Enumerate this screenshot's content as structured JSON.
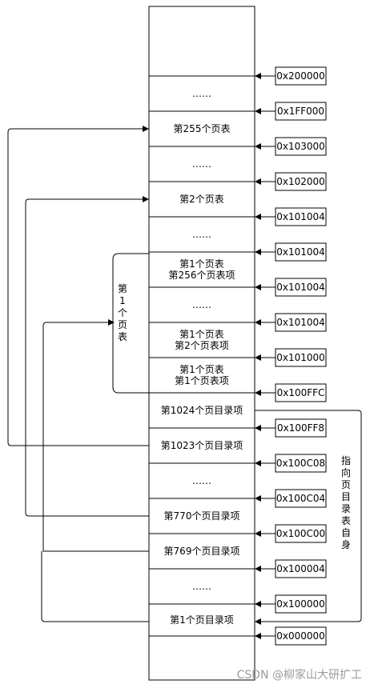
{
  "cells": [
    {
      "lines": [
        ""
      ]
    },
    {
      "lines": [
        "……"
      ]
    },
    {
      "lines": [
        "第255个页表"
      ]
    },
    {
      "lines": [
        "……"
      ]
    },
    {
      "lines": [
        "第2个页表"
      ]
    },
    {
      "lines": [
        "……"
      ]
    },
    {
      "lines": [
        "第1个页表",
        "第256个页表项"
      ]
    },
    {
      "lines": [
        "……"
      ]
    },
    {
      "lines": [
        "第1个页表",
        "第2个页表项"
      ]
    },
    {
      "lines": [
        "第1个页表",
        "第1个页表项"
      ]
    },
    {
      "lines": [
        "第1024个页目录项"
      ]
    },
    {
      "lines": [
        "第1023个页目录项"
      ]
    },
    {
      "lines": [
        "……"
      ]
    },
    {
      "lines": [
        "第770个页目录项"
      ]
    },
    {
      "lines": [
        "第769个页目录项"
      ]
    },
    {
      "lines": [
        "……"
      ]
    },
    {
      "lines": [
        "第1个页目录项"
      ]
    },
    {
      "lines": [
        ""
      ]
    }
  ],
  "addresses": [
    "0x200000",
    "0x1FF000",
    "0x103000",
    "0x102000",
    "0x101004",
    "0x101004",
    "0x101004",
    "0x101004",
    "0x101000",
    "0x100FFC",
    "0x100FF8",
    "0x100C08",
    "0x100C04",
    "0x100C00",
    "0x100004",
    "0x100000",
    "0x000000"
  ],
  "labels": {
    "page_table_1": [
      "第",
      "1",
      "个",
      "页",
      "表"
    ],
    "self_pointer": [
      "指",
      "向",
      "页",
      "目",
      "录",
      "表",
      "自",
      "身"
    ]
  },
  "watermark": "CSDN @柳家山大研扩工",
  "colors": {
    "line": "#000000",
    "background": "#ffffff",
    "watermark": "#9a9a9a"
  }
}
